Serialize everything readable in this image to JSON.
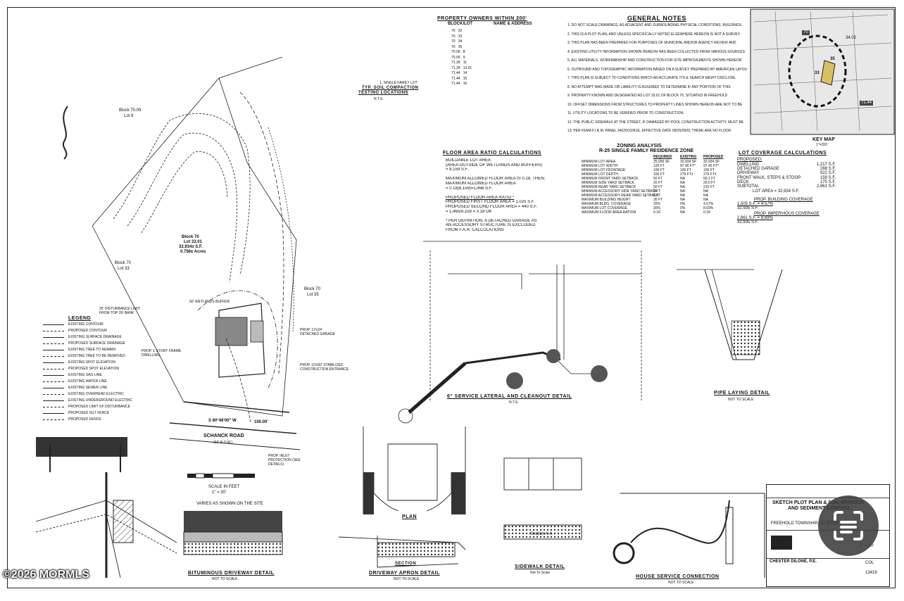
{
  "property_owners": {
    "title": "PROPERTY OWNERS WITHIN 200'",
    "col_block": "BLOCK/LOT",
    "col_name": "NAME & ADDRESS",
    "rows": [
      {
        "lot": "70",
        "num": "32"
      },
      {
        "lot": "70",
        "num": "33"
      },
      {
        "lot": "70",
        "num": "34"
      },
      {
        "lot": "70",
        "num": "35"
      },
      {
        "lot": "70.09",
        "num": "8"
      },
      {
        "lot": "70.09",
        "num": "9"
      },
      {
        "lot": "71.39",
        "num": "11"
      },
      {
        "lot": "71.39",
        "num": "13.01"
      },
      {
        "lot": "71.44",
        "num": "14"
      },
      {
        "lot": "71.44",
        "num": "15"
      },
      {
        "lot": "71.44",
        "num": "16"
      }
    ]
  },
  "general_notes": {
    "title": "GENERAL NOTES",
    "items": [
      "1.  DO NOT SCALE DRAWINGS, AS ADJACENT AND SURROUNDING PHYSICAL CONDITIONS, BUILDINGS",
      "2.  THIS IS A PLOT PLAN, AND UNLESS SPECIFICALLY NOTED ELSEWHERE HEREON IS NOT A SURVEY.",
      "3.  THIS PLAN HAS BEEN PREPARED FOR PURPOSES OF MUNICIPAL AND/OR AGENCY REVIEW AND",
      "4.  EXISTING UTILITY INFORMATION SHOWN HEREON HAS BEEN COLLECTED FROM VARIOUS SOURCES",
      "5.  ALL MATERIALS, WORKMANSHIP AND CONSTRUCTION FOR SITE IMPROVEMENTS SHOWN HEREON",
      "6.  OUTBOUND AND TOPOGRAPHIC INFORMATION BASED ON A SURVEY PREPARED BY AMERICAN LAYOUT",
      "7.  THIS PLAN IS SUBJECT TO CONDITIONS WHICH AN ACCURATE TITLE SEARCH MIGHT DISCLOSE.",
      "8.  NO ATTEMPT WAS MADE OR LIABILITY IS ASSUMED TO DETERMINE IF ANY PORTION OF THIS",
      "9.  PROPERTY KNOWN AND DESIGNATED AS LOT 33.01 OF BLOCK 70, SITUATED IN FREEHOLD",
      "10. OFFSET DIMENSIONS FROM STRUCTURES TO PROPERTY LINES SHOWN HEREON ARE NOT TO BE",
      "11. UTILITY LOCATIONS TO BE VERIFIED PRIOR TO CONSTRUCTION.",
      "12. THE PUBLIC SIDEWALK AT THE STREET, IF DAMAGED BY POOL CONSTRUCTION ACTIVITY, MUST BE",
      "13. PER FEMA F.I.R.M. PANEL 34025C0281E, EFFECTIVE DATE 09/25/2009, THERE ARE NO FLOOD"
    ]
  },
  "key_map": {
    "title": "KEY MAP",
    "scale": "1\"=200'",
    "labels": [
      "33",
      "35",
      "34.02",
      "71.44",
      "70"
    ]
  },
  "soil": {
    "title_1": "TYP. SOIL COMPACTION",
    "title_2": "TESTING LOCATIONS",
    "nts": "N.T.S.",
    "note": "1. SINGLE FAMILY LOT"
  },
  "far": {
    "title": "FLOOR AREA RATIO CALCULATIONS",
    "lines": [
      "BUILDABLE LOT AREA",
      "(AREA OUTSIDE OF WETLANDS AND BUFFERS)",
      "= 8,159 S.F.",
      "",
      "MAXIMUM ALLOWED FLOOR AREA IS 0.18, THEN;",
      "MAXIMUM ALLOWED FLOOR AREA",
      "= 0.18(8,159)=1,468 S.F.",
      "",
      "PROPOSED FLOOR AREA RATIO *",
      "PROPOSED FIRST FLOOR AREA = 1,025 S.F.",
      "PROPOSED SECOND FLOOR AREA = 440 S.F.",
      "= 1,465/8,159 = 0.18  OK",
      "",
      "* PER DEFINITION, A DETACHED GARAGE AS",
      "AN ACCESSORY STRUCTURE IS EXCLUDED",
      "FROM F.A.R. CALCULATIONS"
    ]
  },
  "zoning": {
    "title_1": "ZONING ANALYSIS",
    "title_2": "R-25 SINGLE FAMILY RESIDENCE ZONE",
    "cols": [
      "REQUIRED",
      "EXISTING",
      "PROPOSED"
    ],
    "rows": [
      [
        "MINIMUM LOT AREA",
        "25,000 SF",
        "32,934 SF",
        "32,934 SF"
      ],
      [
        "MINIMUM LOT WIDTH",
        "125 FT",
        "97.45 FT*",
        "97.45 FT*"
      ],
      [
        "MINIMUM LOT FRONTAGE",
        "100 FT",
        "100 FT",
        "100 FT"
      ],
      [
        "MINIMUM LOT DEPTH",
        "165 FT",
        "279 FT±",
        "279 FT±"
      ],
      [
        "MINIMUM FRONT YARD SETBACK",
        "50 FT",
        "NA",
        "50.1 FT"
      ],
      [
        "MINIMUM SIDE YARD SETBACK",
        "20 FT",
        "NA",
        "20.0 FT"
      ],
      [
        "MINIMUM REAR YARD SETBACK",
        "50 FT",
        "NA",
        "210 FT"
      ],
      [
        "MINIMUM ACCESSORY SIDE YARD SETBACK",
        "5 FT",
        "NA",
        "NA"
      ],
      [
        "MINIMUM ACCESSORY REAR YARD SETBACK",
        "5 FT",
        "NA",
        "NA"
      ],
      [
        "MAXIMUM BUILDING HEIGHT",
        "35 FT",
        "NA",
        "NA"
      ],
      [
        "MAXIMUM BLDG. COVERAGE",
        "25%",
        "0%",
        "4.57%"
      ],
      [
        "MAXIMUM LOT COVERAGE",
        "30%",
        "0%",
        "8.69%"
      ],
      [
        "MAXIMUM FLOOR AREA RATION",
        "0.18",
        "NA",
        "0.18"
      ]
    ]
  },
  "lot_coverage": {
    "title": "LOT COVERAGE CALCULATIONS",
    "proposed": "PROPOSED:",
    "rows": [
      [
        "DWELLING",
        "1,217 S.F."
      ],
      [
        "DETACHED GARAGE",
        "288 S.F."
      ],
      [
        "DRIVEWAY",
        "922 S.F."
      ],
      [
        "FRONT WALK, STEPS & STOOP",
        "159 S.F."
      ],
      [
        "DECK",
        "275 S.F."
      ],
      [
        "SUBTOTAL",
        "2,861 S.F."
      ]
    ],
    "lot_area": "LOT AREA = 32,934 S.F.",
    "bldg_title": "PROP. BUILDING COVERAGE",
    "bldg_calc": "1,505 S.F. = 4.57%",
    "bldg_denom": "32,935 S.F.",
    "imp_title": "PROP. IMPERVIOUS COVERAGE",
    "imp_calc": "2,861 S.F. = 8.69%",
    "imp_denom": "32,935 S.F."
  },
  "site": {
    "block_7009": "Block 70.09",
    "lot_9": "Lot 9",
    "block_70_lot": [
      "Block 70",
      "Lot 33.01",
      "32,934± S.F.",
      "0.756± Acres"
    ],
    "block70_33": [
      "Block 70",
      "Lot 33"
    ],
    "block70_35": [
      "Block 70",
      "Lot 35"
    ],
    "road": "SCHANCK ROAD",
    "road_width": "(60' R.O.W.)",
    "bearing": "S 80°46'00\" W",
    "distance": "100.00'",
    "disturbance": "25' DISTURBANCE LIMIT FROM TOP OF BANK",
    "wetlands_buffer": "50' WETLANDS BUFFER",
    "dwelling": "PROP. 1 STORY FRAME DWELLING",
    "garage": "PROP. 12'x24' DETACHED GARAGE",
    "stabilized": "PROP. 10'x50' STABILIZED CONSTRUCTION ENTRANCE",
    "inlet": "PROP. INLET PROTECTION (SEE DETAILS)",
    "scale_label": "SCALE IN FEET",
    "scale_value": "1\" = 30'"
  },
  "legend": {
    "title": "LEGEND",
    "items": [
      "EXISTING CONTOUR",
      "PROPOSED CONTOUR",
      "EXISTING SURFACE DRAINAGE",
      "PROPOSED SURFACE DRAINAGE",
      "EXISTING TREE TO REMAIN",
      "EXISTING TREE TO BE REMOVED",
      "EXISTING SPOT ELEVATION",
      "PROPOSED SPOT ELEVATION",
      "EXISTING GAS LINE",
      "EXISTING WATER LINE",
      "EXISTING SEWER LINE",
      "EXISTING OVERHEAD ELECTRIC",
      "EXISTING UNDERGROUND ELECTRIC",
      "PROPOSED LIMIT OF DISTURBANCE",
      "PROPOSED SILT FENCE",
      "PROPOSED FENCE"
    ]
  },
  "details": {
    "service": {
      "title": "6\" SERVICE LATERAL AND CLEANOUT DETAIL",
      "nts": "N.T.S."
    },
    "pipe": {
      "title": "PIPE LAYING DETAIL",
      "nts": "NOT TO SCALE"
    },
    "bit": {
      "title": "BITUMINOUS DRIVEWAY DETAIL",
      "nts": "NOT TO SCALE",
      "varies": "VARIES AS SHOWN ON THE SITE"
    },
    "apron": {
      "title": "DRIVEWAY APRON DETAIL",
      "nts": "NOT TO SCALE"
    },
    "sidewalk": {
      "title": "SIDEWALK DETAIL",
      "nts": "Not To Scale"
    },
    "house": {
      "title": "HOUSE SERVICE CONNECTION",
      "nts": "NOT TO SCALE"
    },
    "plan": "PLAN",
    "section": "SECTION",
    "section_aa": "Section A-A"
  },
  "title_block": {
    "line1": "SKETCH PLOT PLAN & SOIL EROSION",
    "line2": "AND SEDIMENT CONTROL",
    "town": "FREEHOLD TOWNSHIP, NJ JERSEY",
    "engineer": "CHESTER DILONE, P.E.",
    "job": "13419",
    "scale": "1\" = 30'",
    "col": "COL"
  },
  "watermark": "©2026 MORMLS"
}
